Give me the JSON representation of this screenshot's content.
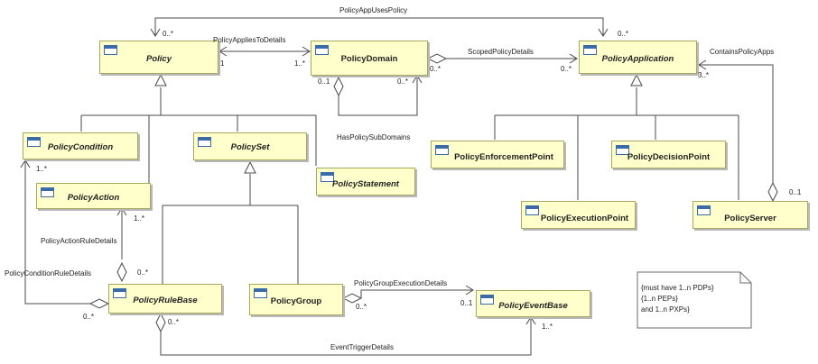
{
  "classes": {
    "policy": "Policy",
    "policy_domain": "PolicyDomain",
    "policy_application": "PolicyApplication",
    "policy_condition": "PolicyCondition",
    "policy_set": "PolicySet",
    "policy_statement": "PolicyStatement",
    "policy_action": "PolicyAction",
    "policy_enforcement_point": "PolicyEnforcementPoint",
    "policy_decision_point": "PolicyDecisionPoint",
    "policy_execution_point": "PolicyExecutionPoint",
    "policy_server": "PolicyServer",
    "policy_rule_base": "PolicyRuleBase",
    "policy_group": "PolicyGroup",
    "policy_event_base": "PolicyEventBase"
  },
  "associations": {
    "policy_app_uses_policy": "PolicyAppUsesPolicy",
    "policy_applies_to_details": "PolicyAppliesToDetails",
    "scoped_policy_details": "ScopedPolicyDetails",
    "contains_policy_apps": "ContainsPolicyApps",
    "has_policy_sub_domains": "HasPolicySubDomains",
    "policy_action_rule_details": "PolicyActionRuleDetails",
    "policy_condition_rule_details": "PolicyConditionRuleDetails",
    "policy_group_execution_details": "PolicyGroupExecutionDetails",
    "event_trigger_details": "EventTriggerDetails"
  },
  "multiplicities": {
    "uses_policy_end": "0..*",
    "uses_app_end": "0..*",
    "applies_policy_end": "1",
    "applies_domain_end": "1..*",
    "domain_sub_left": "0..1",
    "domain_sub_right": "0..*",
    "scoped_domain_end": "0..*",
    "scoped_app_end": "0..*",
    "contains_app_end": "3..*",
    "contains_server_end": "0..1",
    "condition_end": "1..*",
    "action_end": "1..*",
    "rulebase_top": "0..*",
    "rulebase_left": "0..*",
    "rulebase_bottom": "0..*",
    "group_end": "0..*",
    "eventbase_left": "0..1",
    "eventbase_bottom": "1..*"
  },
  "note": {
    "lines": [
      "{must have 1..n PDPs}",
      "{1..n PEPs}",
      "and 1..n PXPs}"
    ]
  },
  "colors": {
    "class_fill": "#ffffcc",
    "class_border": "#a8a860",
    "icon_blue": "#3a6aa8",
    "line": "#4a4a4a"
  }
}
